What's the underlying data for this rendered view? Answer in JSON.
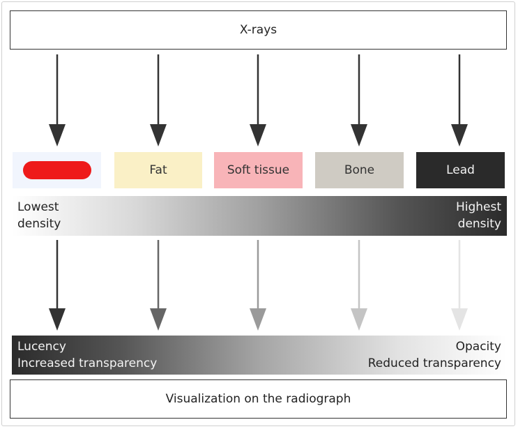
{
  "top_box": {
    "label": "X-rays"
  },
  "materials": [
    {
      "label": ""
    },
    {
      "label": "Fat"
    },
    {
      "label": "Soft tissue"
    },
    {
      "label": "Bone"
    },
    {
      "label": "Lead"
    }
  ],
  "density_bar": {
    "left_line1": "Lowest",
    "left_line2": "density",
    "right_line1": "Highest",
    "right_line2": "density"
  },
  "transparency_bar": {
    "left_line1": "Lucency",
    "left_line2": "Increased transparency",
    "right_line1": "Opacity",
    "right_line2": "Reduced transparency"
  },
  "bottom_box": {
    "label": "Visualization on the radiograph"
  },
  "colors": {
    "air": "#f1f5fd",
    "fat": "#faf0c6",
    "soft_tissue": "#f8b4b8",
    "bone": "#cfcbc3",
    "lead": "#2a2a2a",
    "redaction": "#ee1a1a"
  }
}
